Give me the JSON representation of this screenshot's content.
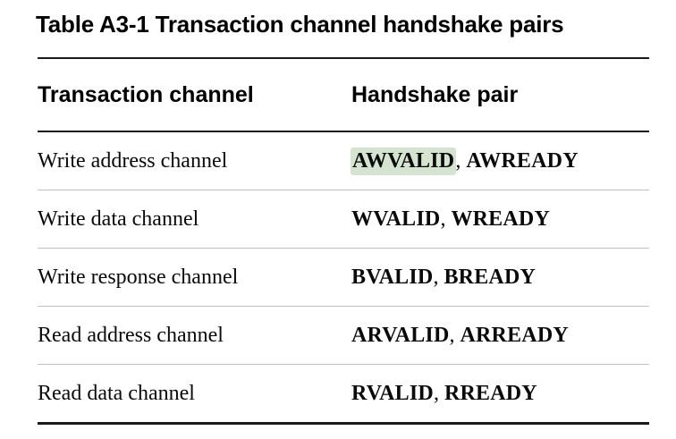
{
  "document": {
    "background_color": "#ffffff",
    "text_color": "#000000"
  },
  "caption": {
    "text": "Table A3-1 Transaction channel handshake pairs",
    "label": "Table A3-1",
    "title": "Transaction channel handshake pairs"
  },
  "table": {
    "rule_color_heavy": "#1a1a1a",
    "rule_color_light": "#c0c0c0",
    "highlight_color": "#d4e4d0",
    "headers": [
      "Transaction channel",
      "Handshake pair"
    ],
    "rows": [
      {
        "channel": "Write address channel",
        "valid": "AWVALID",
        "separator": ", ",
        "ready": "AWREADY",
        "highlighted": "valid"
      },
      {
        "channel": "Write data channel",
        "valid": "WVALID",
        "separator": ", ",
        "ready": "WREADY",
        "highlighted": ""
      },
      {
        "channel": "Write response channel",
        "valid": "BVALID",
        "separator": ", ",
        "ready": "BREADY",
        "highlighted": ""
      },
      {
        "channel": "Read address channel",
        "valid": "ARVALID",
        "separator": ", ",
        "ready": "ARREADY",
        "highlighted": ""
      },
      {
        "channel": "Read data channel",
        "valid": "RVALID",
        "separator": ", ",
        "ready": "RREADY",
        "highlighted": ""
      }
    ]
  }
}
